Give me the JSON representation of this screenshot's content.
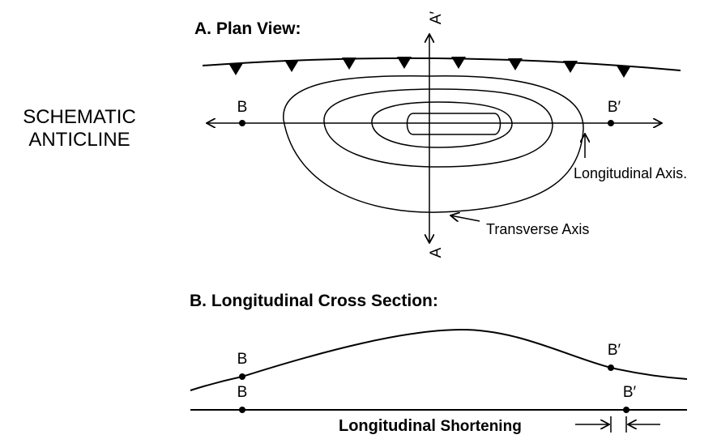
{
  "side_title": {
    "line1": "SCHEMATIC",
    "line2": "ANTICLINE"
  },
  "plan_view": {
    "heading": "A. Plan View:",
    "point_b": "B",
    "point_b_prime": "B′",
    "point_a": "A",
    "point_a_prime": "A′",
    "longitudinal_axis_label": "Longitudinal Axis.",
    "transverse_axis_label": "Transverse Axis"
  },
  "cross_section": {
    "heading": "B.  Longitudinal Cross Section:",
    "upper_b": "B",
    "upper_b_prime": "B′",
    "lower_b": "B",
    "lower_b_prime": "B′",
    "shortening_label_part1": "Longitudinal ",
    "shortening_label_part2": "Shortening"
  }
}
